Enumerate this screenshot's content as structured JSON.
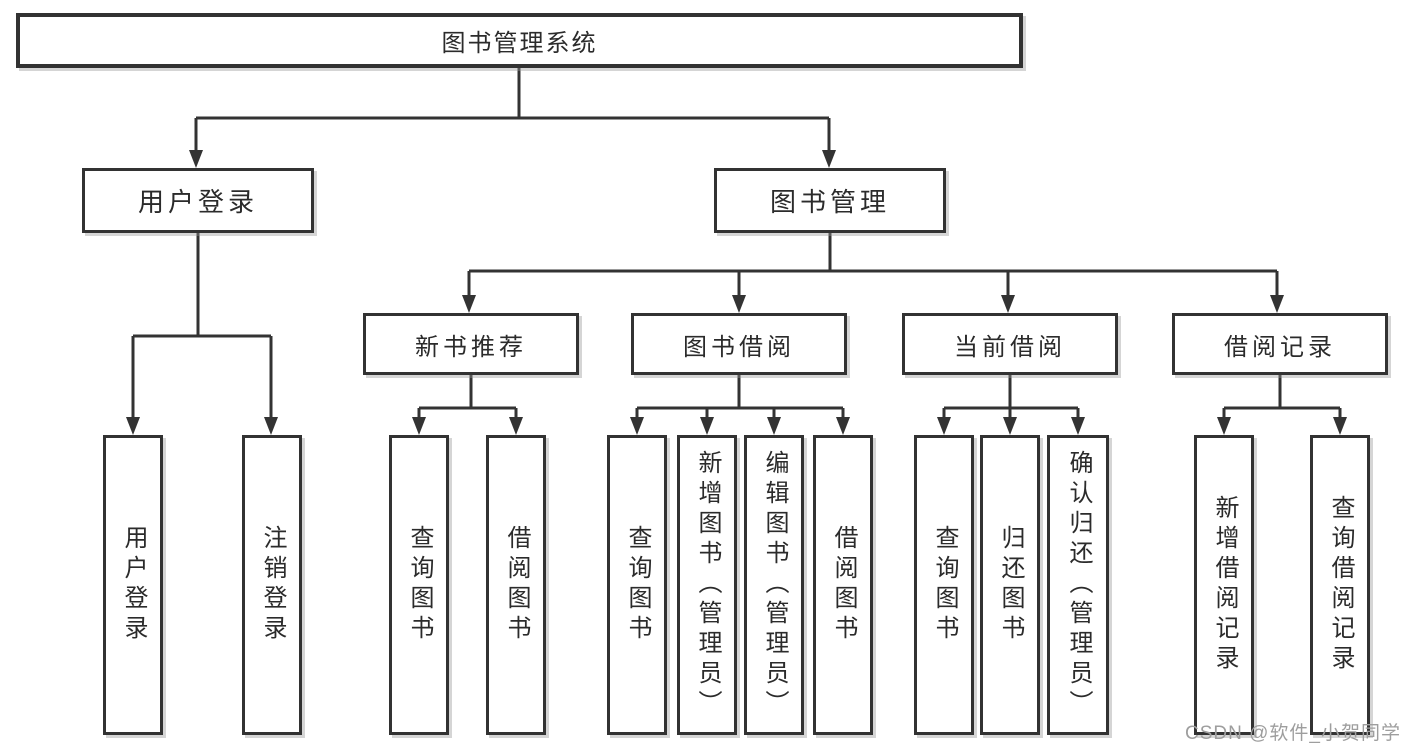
{
  "tree": {
    "label": "图书管理系统",
    "children": [
      {
        "label": "用户登录",
        "children": [
          {
            "label": "用户登录"
          },
          {
            "label": "注销登录"
          }
        ]
      },
      {
        "label": "图书管理",
        "children": [
          {
            "label": "新书推荐",
            "children": [
              {
                "label": "查询图书"
              },
              {
                "label": "借阅图书"
              }
            ]
          },
          {
            "label": "图书借阅",
            "children": [
              {
                "label": "查询图书"
              },
              {
                "label": "新增图书（管理员）"
              },
              {
                "label": "编辑图书（管理员）"
              },
              {
                "label": "借阅图书"
              }
            ]
          },
          {
            "label": "当前借阅",
            "children": [
              {
                "label": "查询图书"
              },
              {
                "label": "归还图书"
              },
              {
                "label": "确认归还（管理员）"
              }
            ]
          },
          {
            "label": "借阅记录",
            "children": [
              {
                "label": "新增借阅记录"
              },
              {
                "label": "查询借阅记录"
              }
            ]
          }
        ]
      }
    ]
  },
  "watermark": "CSDN @软件_小贺同学",
  "colors": {
    "line": "#333333",
    "box_border": "#323232",
    "text": "#2b2b2b",
    "background": "#ffffff",
    "watermark_text": "#9e9e9e"
  }
}
